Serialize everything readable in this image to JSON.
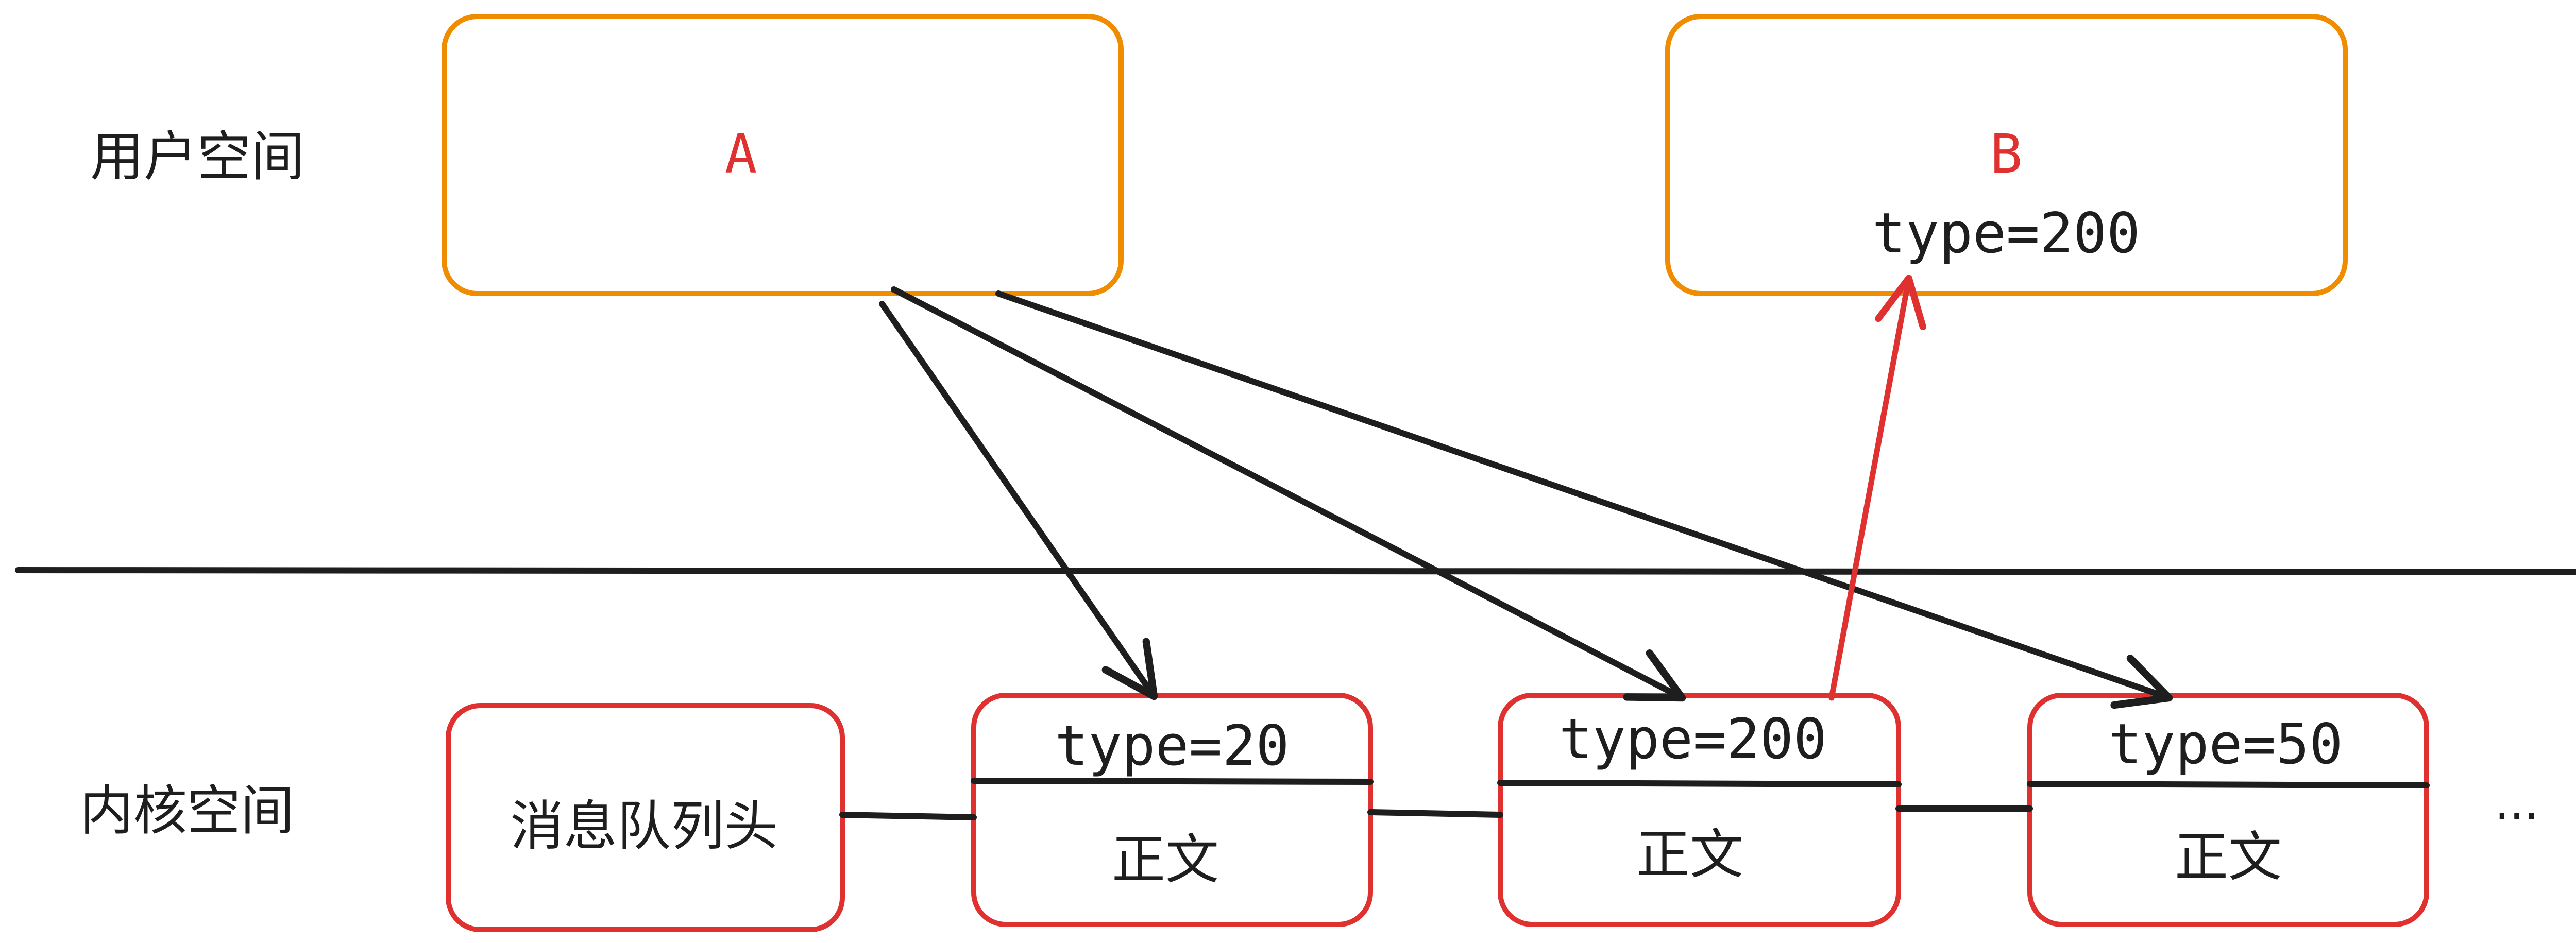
{
  "colors": {
    "user_box_border": "#f08c00",
    "kernel_box_border": "#e03131",
    "label_accent": "#e03131",
    "ink": "#1e1e1e",
    "reply_arrow": "#e03131"
  },
  "regions": {
    "user_space": "用户空间",
    "kernel_space": "内核空间"
  },
  "processes": {
    "a": {
      "label": "A"
    },
    "b": {
      "label": "B",
      "type_text": "type=200"
    }
  },
  "queue": {
    "head_label": "消息队列头",
    "messages": [
      {
        "type_text": "type=20",
        "body_text": "正文"
      },
      {
        "type_text": "type=200",
        "body_text": "正文"
      },
      {
        "type_text": "type=50",
        "body_text": "正文"
      }
    ],
    "continuation": "..."
  }
}
